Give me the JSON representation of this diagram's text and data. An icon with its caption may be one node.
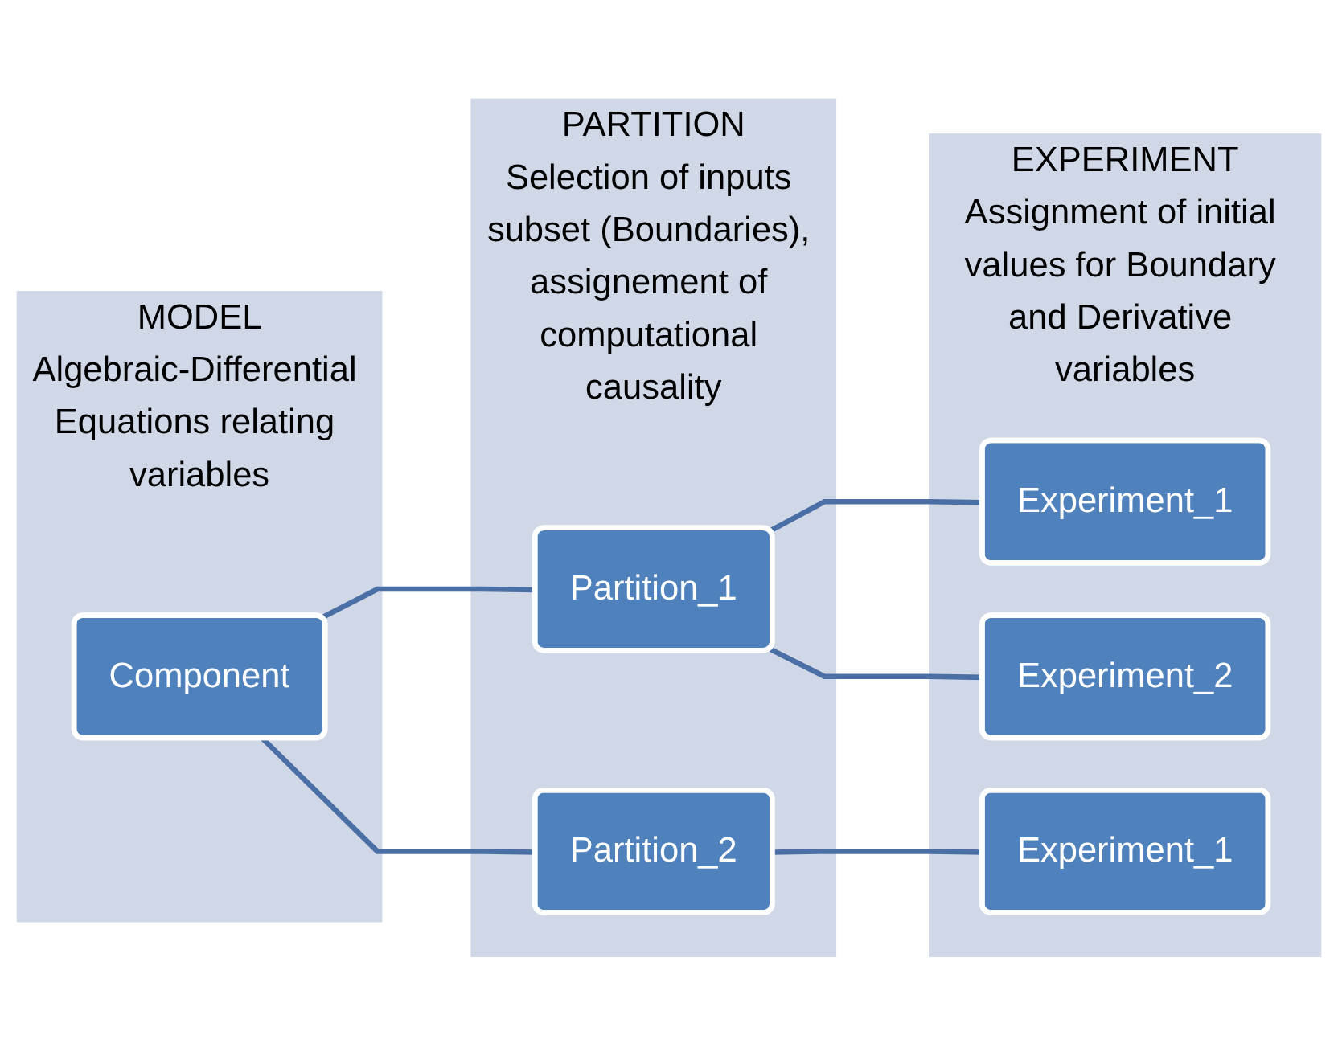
{
  "diagram": {
    "nodes": [
      {
        "text": [
          "MODEL",
          "Algebraic-Differential Equations relating variables"
        ]
      },
      {
        "text": [
          "Component"
        ],
        "in": 0
      },
      {
        "text": [
          "PARTITION",
          "Selection of inputs subset (Boundaries), assignement of computational causality"
        ]
      },
      {
        "text": [
          "Partition_1"
        ],
        "in": 2
      },
      {
        "text": [
          "Partition_2"
        ],
        "in": 2
      },
      {
        "text": [
          "EXPERIMENT",
          "Assignment of initial values for Boundary and Derivative variables"
        ]
      },
      {
        "text": [
          "Experiment_1"
        ],
        "in": 5
      },
      {
        "text": [
          "Experiment_2"
        ],
        "in": 5
      },
      {
        "text": [
          "Experiment_1"
        ],
        "in": 5
      }
    ],
    "edges": [
      {
        "from": 1,
        "to": 3,
        "arrow": "none"
      },
      {
        "from": 1,
        "to": 4,
        "arrow": "none"
      },
      {
        "from": 3,
        "to": 6,
        "arrow": "none"
      },
      {
        "from": 3,
        "to": 7,
        "arrow": "none"
      },
      {
        "from": 4,
        "to": 8,
        "arrow": "none"
      }
    ]
  }
}
